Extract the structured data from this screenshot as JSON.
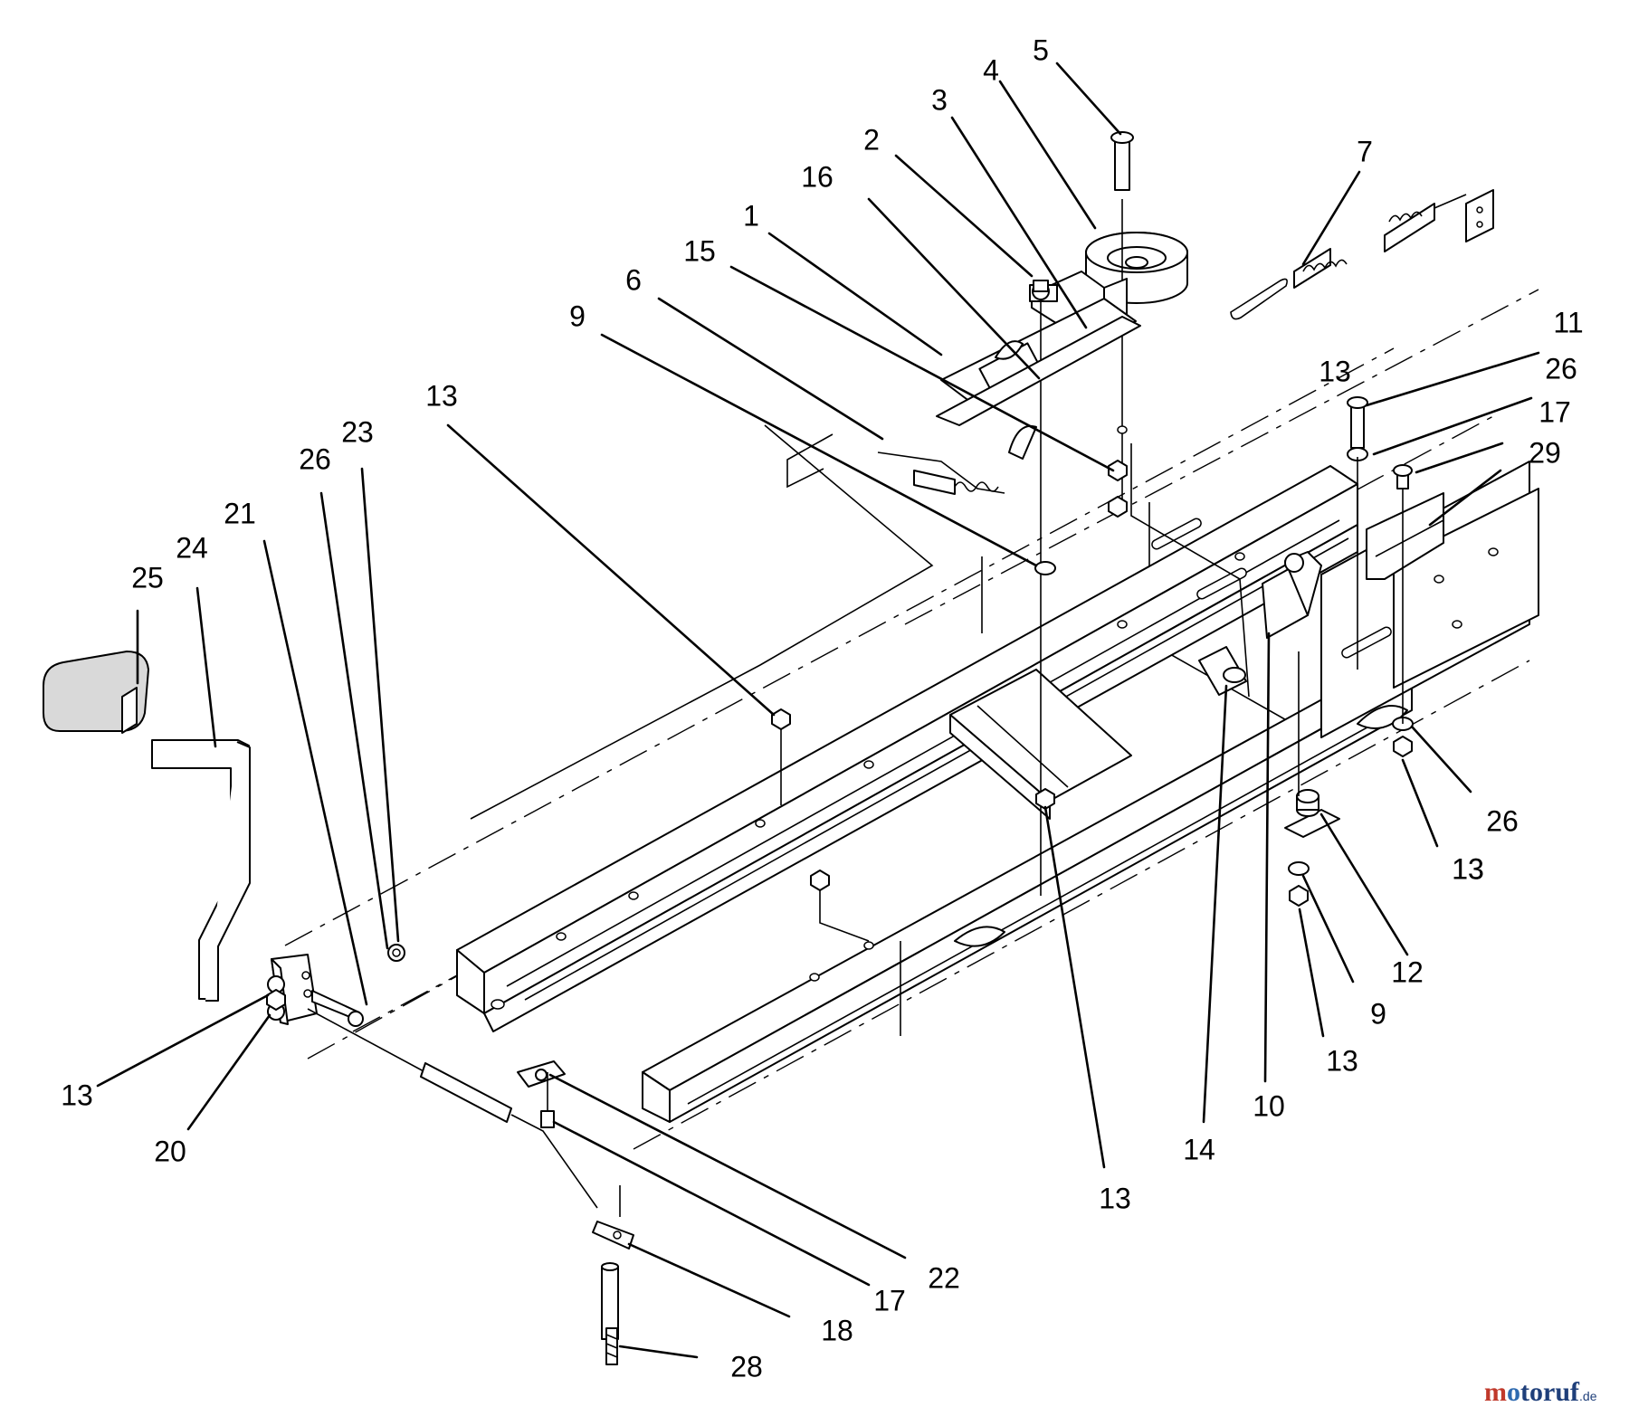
{
  "callouts": [
    "5",
    "4",
    "3",
    "2",
    "16",
    "1",
    "7",
    "15",
    "6",
    "9",
    "13",
    "11",
    "13",
    "26",
    "17",
    "29",
    "23",
    "26",
    "21",
    "24",
    "25",
    "13",
    "20",
    "13",
    "26",
    "13",
    "12",
    "9",
    "13",
    "10",
    "14",
    "13",
    "22",
    "17",
    "18",
    "28"
  ],
  "watermark": {
    "text": "motoruf",
    "tld": ".de",
    "colors": {
      "m": "#c0392b",
      "o": "#2e6ab0",
      "rest": "#1f3f7a"
    }
  }
}
